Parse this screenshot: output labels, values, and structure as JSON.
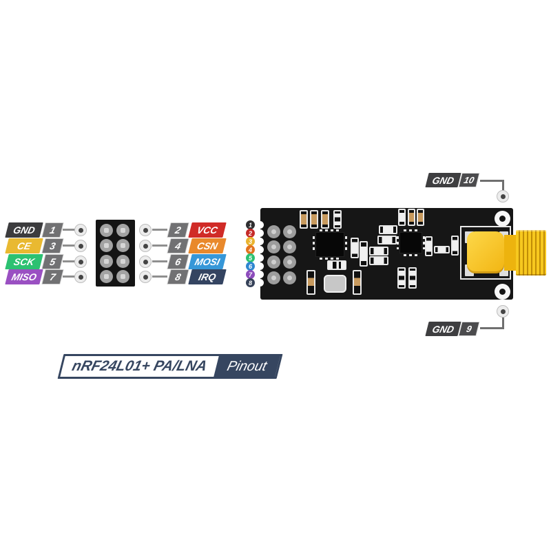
{
  "title_banner": {
    "model": "nRF24L01+ PA/LNA",
    "badge": "Pinout",
    "accent_color": "#364660"
  },
  "header_pins": {
    "left": [
      {
        "signal": "GND",
        "number": "1",
        "color": "#3c3c3e"
      },
      {
        "signal": "CE",
        "number": "3",
        "color": "#e9b931"
      },
      {
        "signal": "SCK",
        "number": "5",
        "color": "#2cc171"
      },
      {
        "signal": "MISO",
        "number": "7",
        "color": "#9a50c2"
      }
    ],
    "right": [
      {
        "signal": "VCC",
        "number": "2",
        "color": "#d02b27"
      },
      {
        "signal": "CSN",
        "number": "4",
        "color": "#e9892c"
      },
      {
        "signal": "MOSI",
        "number": "6",
        "color": "#3697d8"
      },
      {
        "signal": "IRQ",
        "number": "8",
        "color": "#344461"
      }
    ]
  },
  "module": {
    "edge_pins": [
      {
        "number": "1",
        "color": "#2e2e30"
      },
      {
        "number": "2",
        "color": "#c52a28"
      },
      {
        "number": "3",
        "color": "#e9b430"
      },
      {
        "number": "4",
        "color": "#e3721e"
      },
      {
        "number": "5",
        "color": "#2cc171"
      },
      {
        "number": "6",
        "color": "#2e86d0"
      },
      {
        "number": "7",
        "color": "#8d4cbc"
      },
      {
        "number": "8",
        "color": "#364259"
      }
    ],
    "ground_pads": {
      "top": {
        "label": "GND",
        "number": "10"
      },
      "bottom": {
        "label": "GND",
        "number": "9"
      }
    },
    "board_color": "#161616",
    "antenna_color": "#f5c31d"
  }
}
